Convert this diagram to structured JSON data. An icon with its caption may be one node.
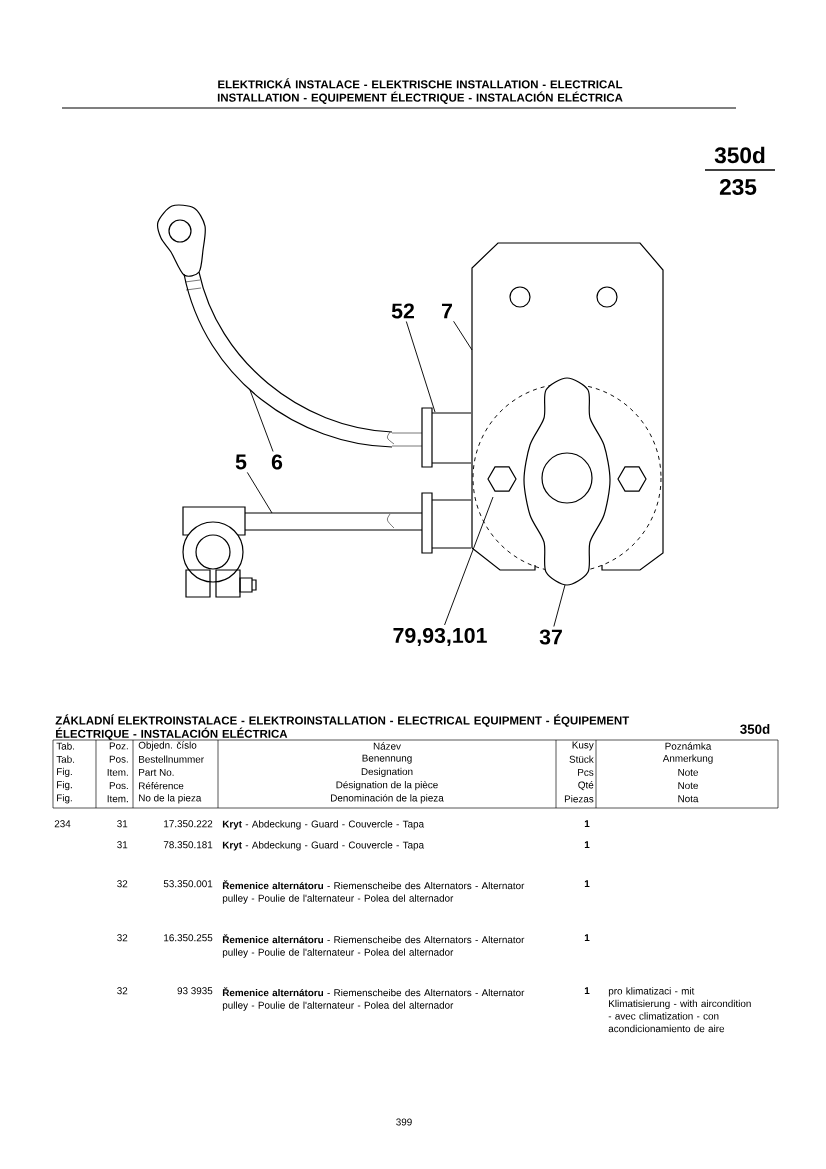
{
  "diagram": {
    "title": "ELEKTRICKÁ INSTALACE - ELEKTRISCHE INSTALLATION - ELECTRICAL INSTALLATION - EQUIPEMENT ÉLECTRIQUE - INSTALACIÓN ELÉCTRICA",
    "nodes": [
      {
        "text": [
          "52"
        ]
      },
      {
        "text": [
          "7"
        ]
      },
      {
        "text": [
          "5"
        ]
      },
      {
        "text": [
          "6"
        ]
      },
      {
        "text": [
          "79,93,101"
        ]
      },
      {
        "text": [
          "37"
        ]
      }
    ],
    "edges": [
      {
        "from": 0,
        "to": null,
        "arrow": "none"
      },
      {
        "from": 1,
        "to": null,
        "arrow": "none"
      },
      {
        "from": 2,
        "to": null,
        "arrow": "none"
      },
      {
        "from": 3,
        "to": null,
        "arrow": "none"
      },
      {
        "from": 4,
        "to": null,
        "arrow": "none"
      },
      {
        "from": 5,
        "to": null,
        "arrow": "none"
      }
    ],
    "labels": [
      "350d",
      "235",
      "ZÁKLADNÍ ELEKTROINSTALACE - ELEKTROINSTALLATION - ELECTRICAL EQUIPMENT - ÉQUIPEMENT ÉLECTRIQUE - INSTALACIÓN ELÉCTRICA",
      "350d",
      "Tab.",
      "Poz.",
      "Objedn. číslo",
      "Název",
      "Kusy",
      "Poznámka",
      "Tab.",
      "Pos.",
      "Bestellnummer",
      "Benennung",
      "Stück",
      "Anmerkung",
      "Fig.",
      "Item.",
      "Part No.",
      "Designation",
      "Pcs",
      "Note",
      "Fig.",
      "Pos.",
      "Référence",
      "Désignation de la pièce",
      "Qté",
      "Note",
      "Fig.",
      "Item.",
      "No de la pieza",
      "Denominación de la pieza",
      "Piezas",
      "Nota",
      "234",
      "31",
      "17.350.222",
      "**Kryt** - Abdeckung - Guard - Couvercle - Tapa",
      "1",
      "31",
      "78.350.181",
      "**Kryt** - Abdeckung - Guard - Couvercle - Tapa",
      "1",
      "32",
      "53.350.001",
      "**Řemenice alternátoru** - Riemenscheibe des Alternators - Alternator pulley - Poulie de l'alternateur - Polea del alternador",
      "1",
      "32",
      "16.350.255",
      "**Řemenice alternátoru** - Riemenscheibe des Alternators - Alternator pulley - Poulie de l'alternateur - Polea del alternador",
      "1",
      "32",
      "93 3935",
      "**Řemenice alternátoru** - Riemenscheibe des Alternators - Alternator pulley - Poulie de l'alternateur - Polea del alternador",
      "1",
      "pro klimatizaci - mit Klimatisierung - with aircondition - avec climatization - con acondicionamiento de aire",
      "399"
    ]
  }
}
